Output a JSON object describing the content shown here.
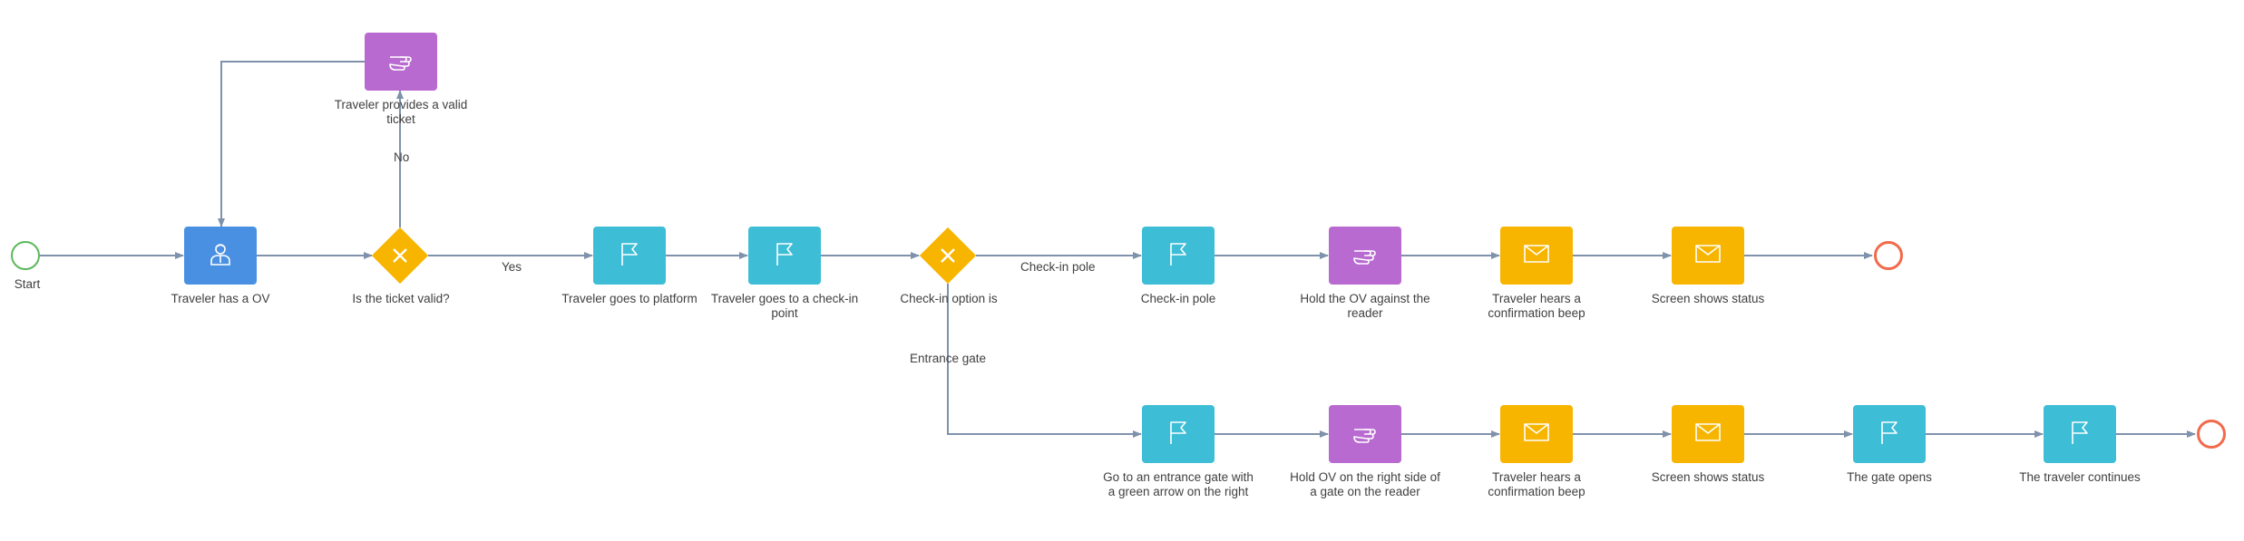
{
  "nodes": {
    "start": {
      "label": "Start",
      "type": "start-event"
    },
    "traveler_has_ov": {
      "label": "Traveler has a OV",
      "icon": "user-icon"
    },
    "ticket_valid": {
      "label": "Is the ticket valid?",
      "type": "exclusive-gateway"
    },
    "provides_ticket": {
      "label": "Traveler provides a valid ticket",
      "icon": "hand-pointer-icon"
    },
    "goes_platform": {
      "label": "Traveler goes to platform",
      "icon": "flag-icon"
    },
    "goes_checkin": {
      "label": "Traveler goes to a check-in point",
      "icon": "flag-icon"
    },
    "checkin_option": {
      "label": "Check-in option is",
      "type": "exclusive-gateway"
    },
    "checkin_pole": {
      "label": "Check-in pole",
      "icon": "flag-icon"
    },
    "hold_ov_reader": {
      "label": "Hold the OV against the reader",
      "icon": "hand-pointer-icon"
    },
    "beep_top": {
      "label": "Traveler hears a confirmation beep",
      "icon": "envelope-icon"
    },
    "status_top": {
      "label": "Screen shows status",
      "icon": "envelope-icon"
    },
    "end_top": {
      "type": "end-event"
    },
    "entrance_gate": {
      "label": "Go to an entrance gate with a green arrow on the right",
      "icon": "flag-icon"
    },
    "hold_ov_gate": {
      "label": "Hold OV on the right side of a gate on the reader",
      "icon": "hand-pointer-icon"
    },
    "beep_bottom": {
      "label": "Traveler hears a confirmation beep",
      "icon": "envelope-icon"
    },
    "status_bottom": {
      "label": "Screen shows status",
      "icon": "envelope-icon"
    },
    "gate_opens": {
      "label": "The gate opens",
      "icon": "flag-icon"
    },
    "traveler_continues": {
      "label": "The traveler continues",
      "icon": "flag-icon"
    },
    "end_bottom": {
      "type": "end-event"
    }
  },
  "flow_labels": {
    "yes": "Yes",
    "no": "No",
    "checkin_pole": "Check-in pole",
    "entrance_gate": "Entrance gate"
  },
  "colors": {
    "user_task": "#4a90e2",
    "flag_task": "#3dbdd6",
    "manual_task": "#b86ad0",
    "message_task": "#f7b500",
    "gateway": "#f7b500",
    "start_event": "#5cb85c",
    "end_event": "#f26a4b",
    "connector": "#7f92ac"
  }
}
